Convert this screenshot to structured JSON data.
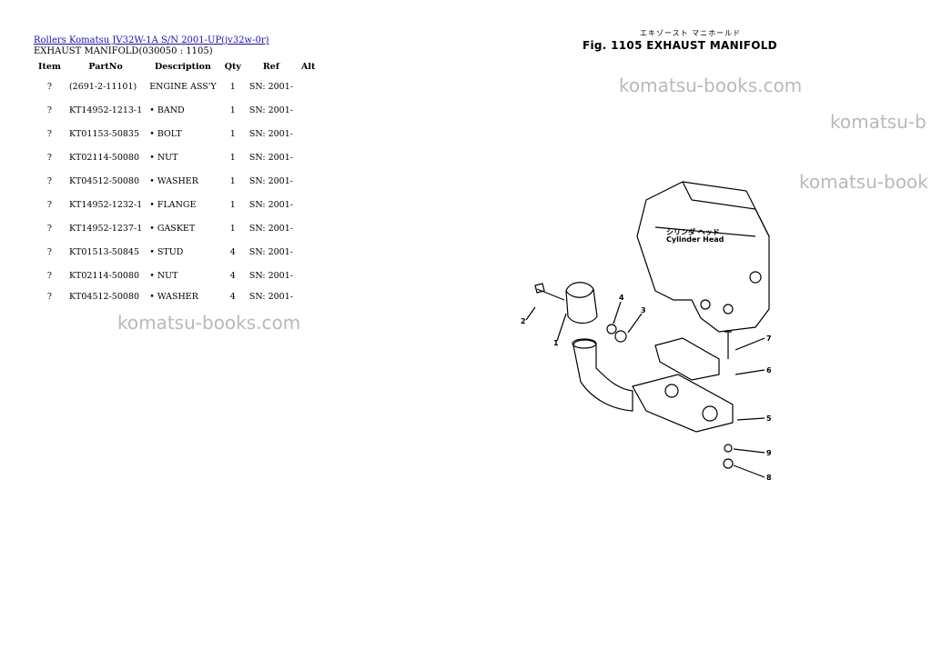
{
  "header": {
    "link_text": "Rollers Komatsu JV32W-1A S/N 2001-UP(jv32w-0r)",
    "subtitle": "EXHAUST MANIFOLD(030050 : 1105)"
  },
  "table": {
    "columns": [
      "Item",
      "PartNo",
      "Description",
      "Qty",
      "Ref",
      "Alt"
    ],
    "rows": [
      {
        "item": "?",
        "part_no": "(2691-2-11101)",
        "description": "ENGINE ASS'Y",
        "qty": "1",
        "ref": "SN: 2001-"
      },
      {
        "item": "?",
        "part_no": "KT14952-1213-1",
        "description": "• BAND",
        "qty": "1",
        "ref": "SN: 2001-"
      },
      {
        "item": "?",
        "part_no": "KT01153-50835",
        "description": "• BOLT",
        "qty": "1",
        "ref": "SN: 2001-"
      },
      {
        "item": "?",
        "part_no": "KT02114-50080",
        "description": "• NUT",
        "qty": "1",
        "ref": "SN: 2001-"
      },
      {
        "item": "?",
        "part_no": "KT04512-50080",
        "description": "• WASHER",
        "qty": "1",
        "ref": "SN: 2001-"
      },
      {
        "item": "?",
        "part_no": "KT14952-1232-1",
        "description": "• FLANGE",
        "qty": "1",
        "ref": "SN: 2001-"
      },
      {
        "item": "?",
        "part_no": "KT14952-1237-1",
        "description": "• GASKET",
        "qty": "1",
        "ref": "SN: 2001-"
      },
      {
        "item": "?",
        "part_no": "KT01513-50845",
        "description": "• STUD",
        "qty": "4",
        "ref": "SN: 2001-"
      },
      {
        "item": "?",
        "part_no": "KT02114-50080",
        "description": "• NUT",
        "qty": "4",
        "ref": "SN: 2001-"
      },
      {
        "item": "?",
        "part_no": "KT04512-50080",
        "description": "• WASHER",
        "qty": "4",
        "ref": "SN: 2001-"
      }
    ]
  },
  "watermarks": [
    "komatsu-books.com",
    "komatsu-b",
    "komatsu-book",
    "komatsu-books.com"
  ],
  "figure": {
    "japanese_title": "エキゾースト マニホールド",
    "title": "Fig. 1105   EXHAUST MANIFOLD",
    "cylinder_head_jp": "シリンダ ヘッド",
    "cylinder_head": "Cylinder Head",
    "callouts": [
      "2",
      "1",
      "4",
      "3",
      "7",
      "6",
      "5",
      "9",
      "8"
    ]
  }
}
